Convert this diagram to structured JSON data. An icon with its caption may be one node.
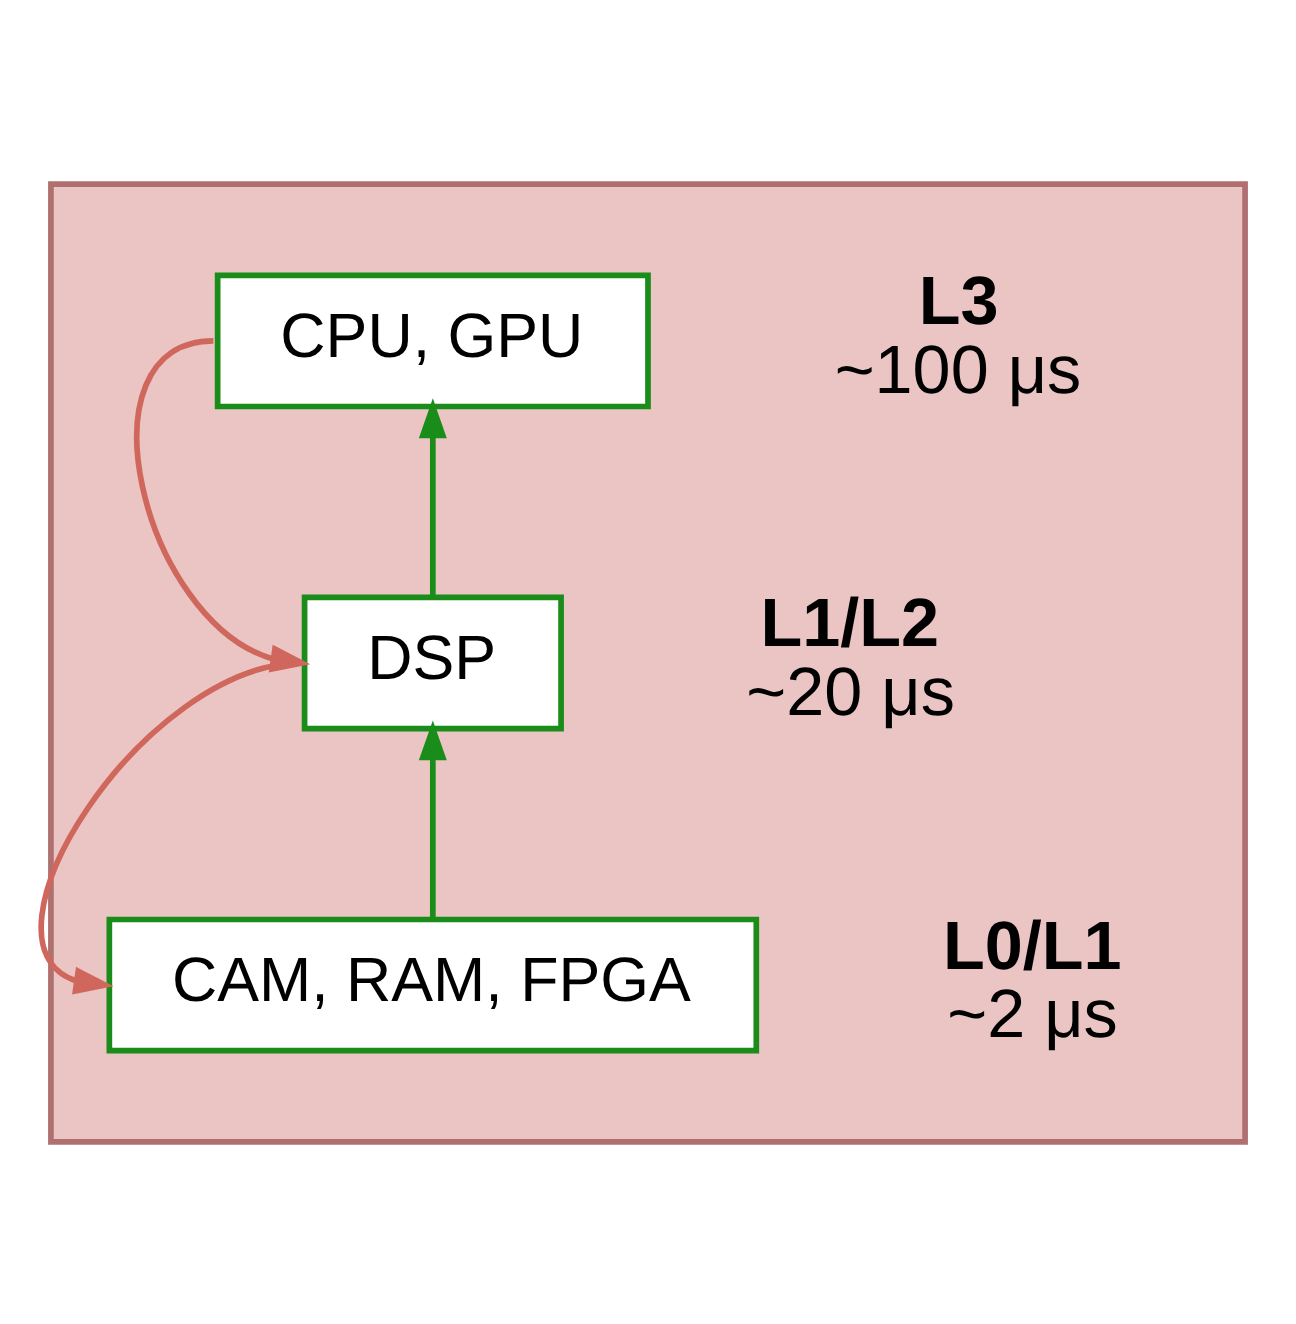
{
  "diagram": {
    "nodes": [
      {
        "text": [],
        "shape": "box"
      },
      {
        "text": [
          "CPU, GPU"
        ],
        "in": 0,
        "beside": [
          "L3",
          "~100 μs"
        ]
      },
      {
        "text": [
          "DSP"
        ],
        "in": 0,
        "beside": [
          "L1/L2",
          "~20 μs"
        ]
      },
      {
        "text": [
          "CAM, RAM, FPGA"
        ],
        "in": 0,
        "beside": [
          "L0/L1",
          "~2 μs"
        ]
      }
    ],
    "edges": [
      {
        "from": 3,
        "to": 2,
        "arrow": "to"
      },
      {
        "from": 2,
        "to": 1,
        "arrow": "to"
      },
      {
        "from": 1,
        "to": 2,
        "arrow": "to",
        "color": "#d0675c"
      },
      {
        "from": 2,
        "to": 3,
        "arrow": "to",
        "color": "#d0675c"
      }
    ]
  }
}
